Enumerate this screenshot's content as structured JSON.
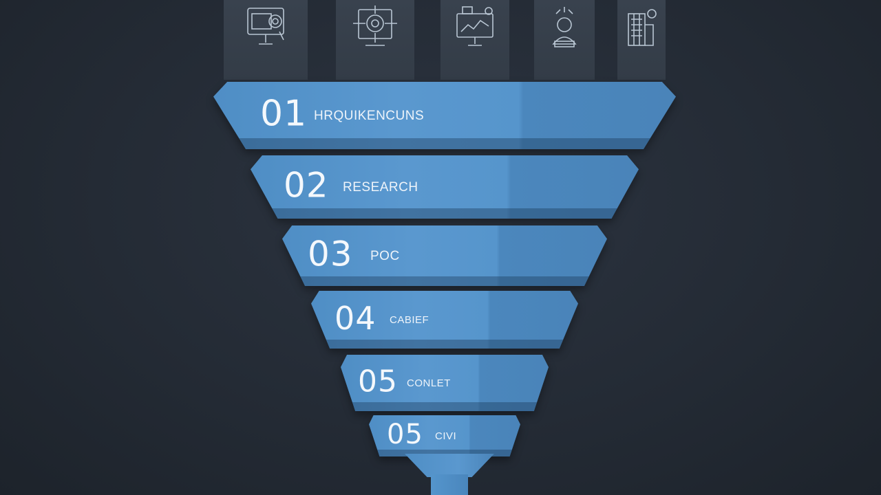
{
  "stages": [
    {
      "number": "01",
      "label": "HRQUIKENCUNS"
    },
    {
      "number": "02",
      "label": "RESEARCH"
    },
    {
      "number": "03",
      "label": "POC"
    },
    {
      "number": "04",
      "label": "CABIEF"
    },
    {
      "number": "05",
      "label": "CONLET"
    },
    {
      "number": "05",
      "label": "CIVI"
    }
  ],
  "icons": [
    "monitor-icon",
    "target-icon",
    "dashboard-icon",
    "user-idea-icon",
    "building-icon"
  ],
  "colors": {
    "background": "#262d37",
    "tile": "#363f4b",
    "funnel_blue": "#5695cc",
    "icon_stroke": "#b9c6d3"
  }
}
